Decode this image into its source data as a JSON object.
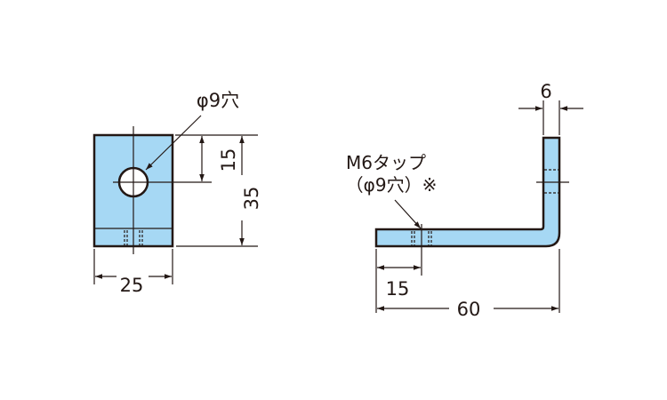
{
  "colors": {
    "part_fill": "#a6d8f4",
    "line": "#231815"
  },
  "front_view": {
    "hole_label": "φ9穴",
    "dim_hole_from_top": "15",
    "dim_height": "35",
    "dim_width": "25"
  },
  "side_view": {
    "tap_label_line1": "M6タップ",
    "tap_label_line2": "（φ9穴）※",
    "dim_thickness": "6",
    "dim_hole_from_end": "15",
    "dim_length": "60"
  }
}
